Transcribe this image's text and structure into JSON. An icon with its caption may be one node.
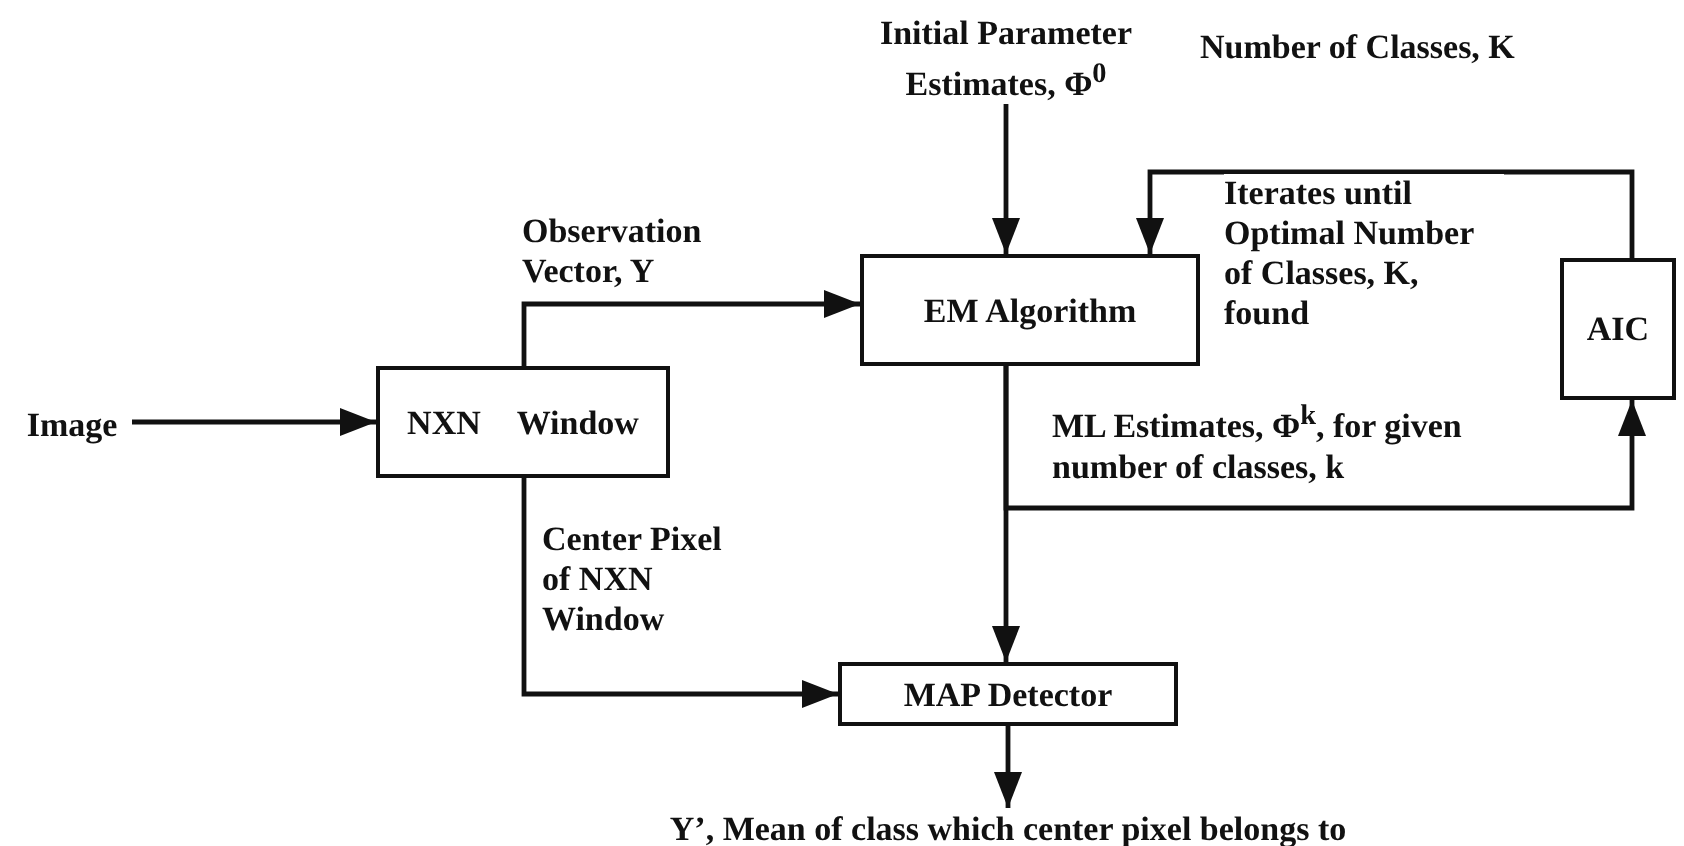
{
  "diagram": {
    "nodes": [
      {
        "text": [
          "Initial Parameter Estimates, Φ$^{0}$"
        ]
      },
      {
        "text": [
          "Image"
        ]
      },
      {
        "text": [
          "NXN Window"
        ]
      },
      {
        "text": [
          "EM Algorithm"
        ]
      },
      {
        "text": [
          "AIC"
        ]
      },
      {
        "text": [
          "MAP Detector"
        ]
      },
      {
        "text": [
          "Y’, Mean of class which center pixel belongs to"
        ]
      }
    ],
    "edges": [
      {
        "from": 0,
        "to": 3,
        "arrow": "to"
      },
      {
        "from": 1,
        "to": 2,
        "arrow": "to"
      },
      {
        "from": 2,
        "to": 3,
        "arrow": "to",
        "label": "Observation Vector, Y"
      },
      {
        "from": 4,
        "to": 3,
        "arrow": "to",
        "label": "Iterates until Optimal Number of Classes, K, found"
      },
      {
        "from": 3,
        "to": 5,
        "arrow": "to"
      },
      {
        "from": 3,
        "to": 4,
        "arrow": "to",
        "label": "ML Estimates, Φ$^{k}$, for given number of classes, k"
      },
      {
        "from": 2,
        "to": 5,
        "arrow": "to",
        "label": "Center Pixel of NXN Window"
      },
      {
        "from": 5,
        "to": 6,
        "arrow": "to"
      }
    ],
    "labels": [
      "Number of Classes, K"
    ]
  }
}
